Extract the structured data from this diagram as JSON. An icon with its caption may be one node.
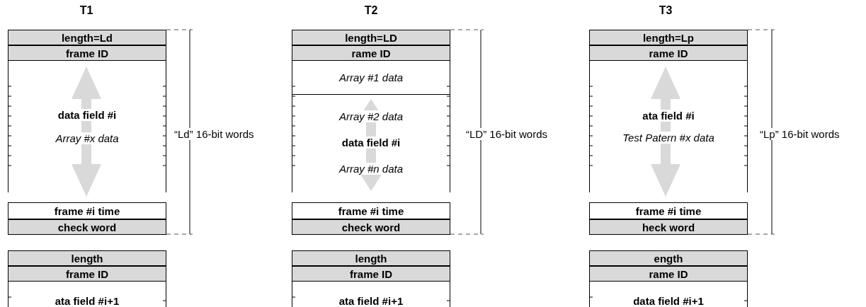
{
  "diagram": {
    "nodes": [
      {
        "text": [
          "length=Ld"
        ]
      },
      {
        "text": [
          "frame ID"
        ]
      },
      {
        "text": [
          "data field #i",
          "Array #x data"
        ]
      },
      {
        "text": [
          "frame #i time"
        ]
      },
      {
        "text": [
          "check word"
        ]
      },
      {
        "text": [
          "length"
        ]
      },
      {
        "text": [
          "frame ID"
        ]
      },
      {
        "text": [
          "ata field #i+1"
        ]
      },
      {
        "text": [
          "length=LD"
        ]
      },
      {
        "text": [
          "rame ID"
        ]
      },
      {
        "text": [
          "Array #1 data"
        ]
      },
      {
        "text": [
          "Array #2 data",
          "data field #i",
          "Array #n data"
        ]
      },
      {
        "text": [
          "frame #i time"
        ]
      },
      {
        "text": [
          "check word"
        ]
      },
      {
        "text": [
          "length"
        ]
      },
      {
        "text": [
          "frame ID"
        ]
      },
      {
        "text": [
          "ata field #i+1"
        ]
      },
      {
        "text": [
          "length=Lp"
        ]
      },
      {
        "text": [
          "rame ID"
        ]
      },
      {
        "text": [
          "ata field #i",
          "Test Patern #x data"
        ]
      },
      {
        "text": [
          "frame #i time"
        ]
      },
      {
        "text": [
          "heck word"
        ]
      },
      {
        "text": [
          "ength"
        ]
      },
      {
        "text": [
          "rame ID"
        ]
      },
      {
        "text": [
          "data field #i+1"
        ]
      }
    ],
    "labels": [
      "T1",
      "T2",
      "T3",
      "“Ld” 16-bit words",
      "“LD” 16-bit words",
      "“Lp” 16-bit words"
    ]
  }
}
